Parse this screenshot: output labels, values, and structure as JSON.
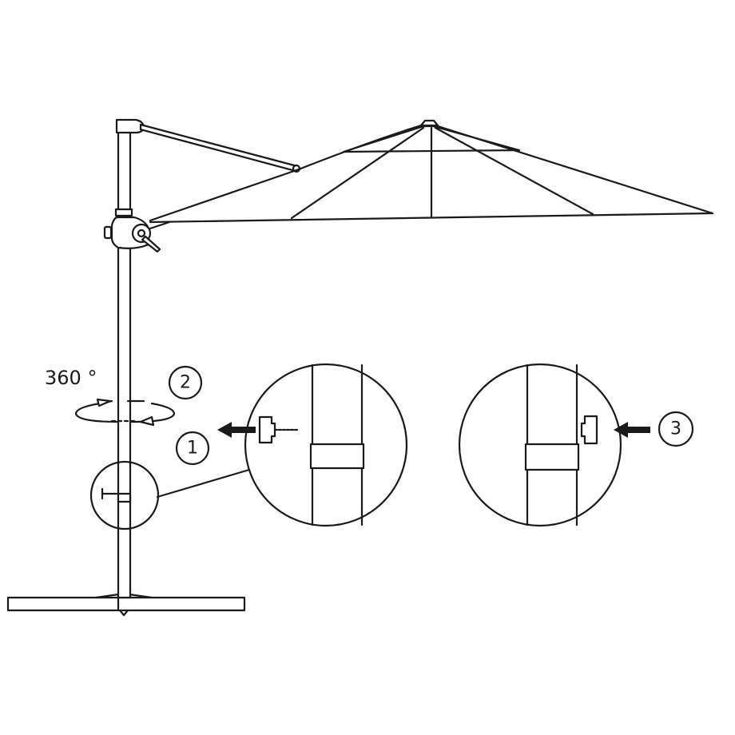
{
  "diagram": {
    "rotation_label": "360 °",
    "steps": [
      {
        "number": "1"
      },
      {
        "number": "2"
      },
      {
        "number": "3"
      }
    ],
    "line_color": "#1a1a1a",
    "background": "#ffffff"
  }
}
